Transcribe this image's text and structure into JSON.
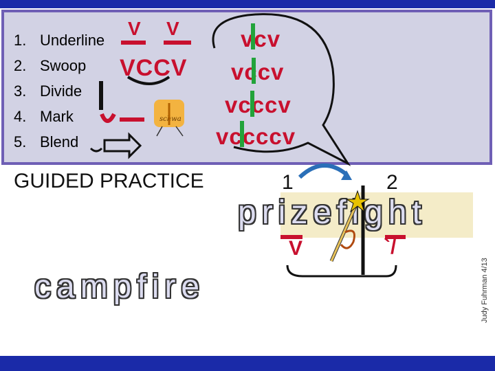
{
  "steps": [
    {
      "num": "1.",
      "label": "Underline"
    },
    {
      "num": "2.",
      "label": "Swoop"
    },
    {
      "num": "3.",
      "label": "Divide"
    },
    {
      "num": "4.",
      "label": "Mark"
    },
    {
      "num": "5.",
      "label": "Blend"
    }
  ],
  "underline_marks": [
    "V",
    "V"
  ],
  "swoop_sample": "VCCV",
  "schwa_label": "schwa",
  "patterns": [
    "vcv",
    "vccv",
    "vcccv",
    "vccccv"
  ],
  "guided": {
    "heading": "GUIDED PRACTICE",
    "syllable_1": "1",
    "syllable_2": "2",
    "word_1": "prizefight",
    "mark_1": "V",
    "mark_2": "`/",
    "word_2": "campfire"
  },
  "credit": "Judy Fuhrman 4/13",
  "colors": {
    "bar": "#1a2aa8",
    "panel": "#d2d2e4",
    "panel_border": "#6f5fb5",
    "red": "#c8102e",
    "green": "#22a33a"
  }
}
